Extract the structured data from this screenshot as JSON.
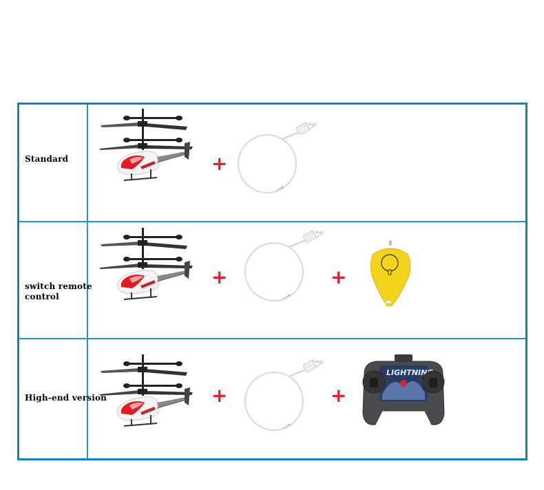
{
  "table": {
    "border_color": "#1182be",
    "rows": [
      {
        "label": "Standard",
        "items": [
          "helicopter-icon",
          "plus",
          "usb-cable-icon"
        ]
      },
      {
        "label": "switch remote control",
        "label_lines": [
          "switch remote",
          "control"
        ],
        "items": [
          "helicopter-icon",
          "plus",
          "usb-cable-icon",
          "plus",
          "yellow-switch-remote-icon"
        ]
      },
      {
        "label": "High-end version",
        "items": [
          "helicopter-icon",
          "plus",
          "usb-cable-icon",
          "plus",
          "lightning-remote-controller-icon"
        ]
      }
    ],
    "plus_symbol": "+",
    "plus_color": "#e0202a",
    "remote_brand_text": "LIGHTNING"
  }
}
